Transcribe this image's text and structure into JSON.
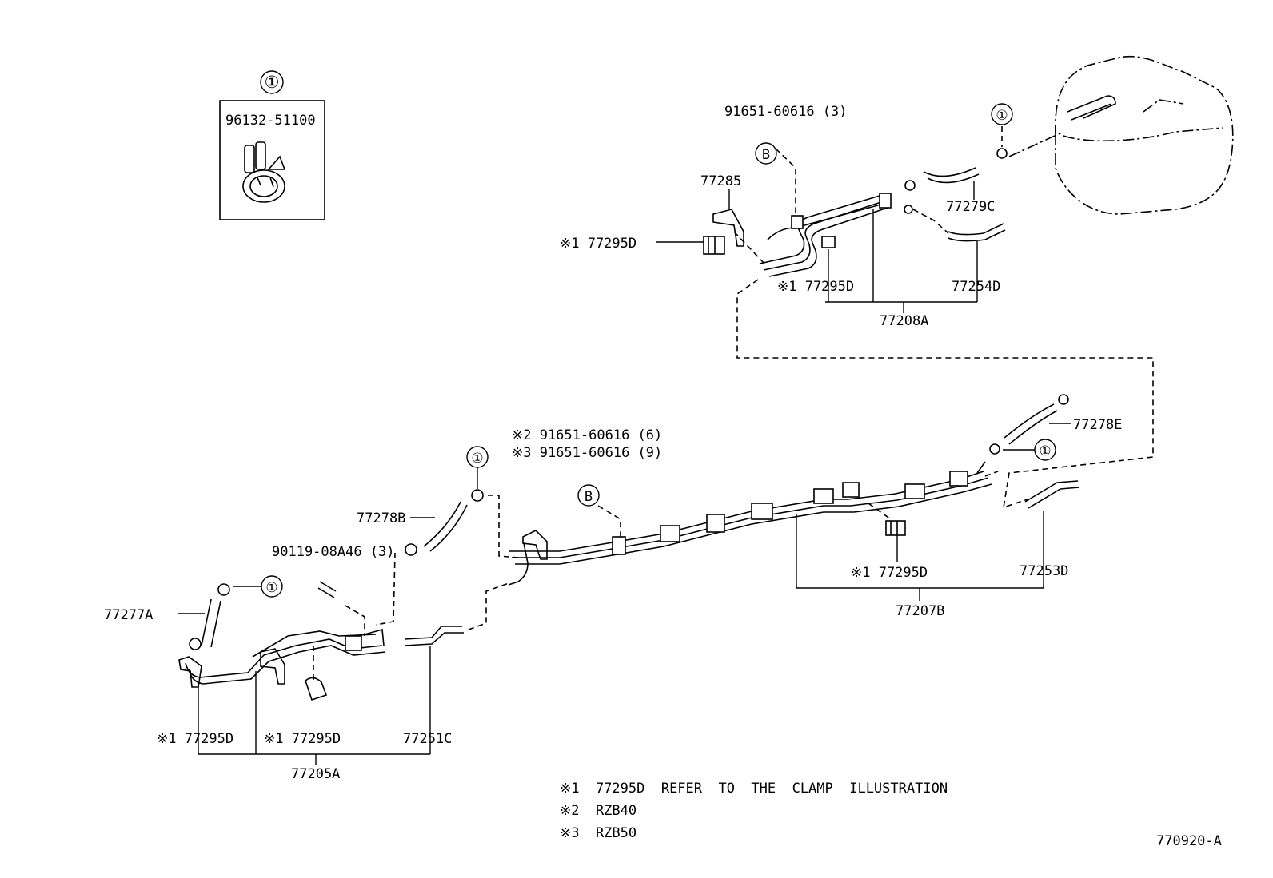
{
  "callout_mark": "①",
  "ref_mark_b": "B",
  "inset": {
    "callout": "①",
    "part_number": "96132-51100"
  },
  "top_assembly": {
    "bolt_label": "91651-60616 (3)",
    "label_77285": "77285",
    "clamp_left": "※1  77295D",
    "clamp_center": "※1 77295D",
    "hose_77279c": "77279C",
    "hose_77254d": "77254D",
    "assembly_77208a": "77208A"
  },
  "middle_assembly": {
    "note_rzb40": "※2  91651-60616 (6)",
    "note_rzb50": "※3  91651-60616 (9)",
    "hose_77278e": "77278E",
    "clamp_77295d": "※1 77295D",
    "hose_77253d": "77253D",
    "assembly_77207b": "77207B"
  },
  "bottom_assembly": {
    "hose_77278b": "77278B",
    "bolt_label": "90119-08A46 (3)",
    "hose_77277a": "77277A",
    "clamp_left": "※1 77295D",
    "clamp_mid": "※1 77295D",
    "tube_77251c": "77251C",
    "assembly_77205a": "77205A"
  },
  "legend": {
    "line1": "※1  77295D  REFER  TO  THE  CLAMP  ILLUSTRATION",
    "line2": "※2  RZB40",
    "line3": "※3  RZB50"
  },
  "figure_id": "770920-A"
}
